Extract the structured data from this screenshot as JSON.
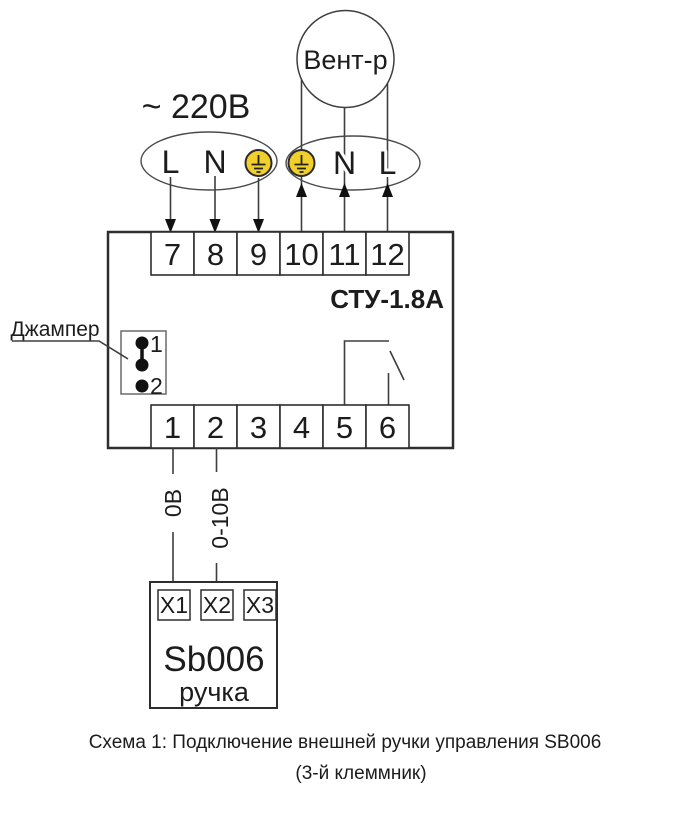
{
  "colors": {
    "wire_blue": "#29a0d8",
    "earth_yellow": "#f2d02c",
    "caption_blue": "#2e5b7e"
  },
  "fan": {
    "label": "Вент-р"
  },
  "power": {
    "voltage_label": "~ 220В",
    "left_terminals": {
      "l": "L",
      "n": "N",
      "earth_icon": "earth-ground-icon"
    },
    "right_terminals": {
      "earth_icon": "earth-ground-icon",
      "n": "N",
      "l": "L"
    }
  },
  "device": {
    "model": "СТУ-1.8А",
    "top_terminals": [
      "7",
      "8",
      "9",
      "10",
      "11",
      "12"
    ],
    "bottom_terminals": [
      "1",
      "2",
      "3",
      "4",
      "5",
      "6"
    ],
    "jumper": {
      "label": "Джампер",
      "pin1": "1",
      "pin2": "2"
    }
  },
  "wires": {
    "w1": "0В",
    "w2": "0-10В"
  },
  "knob": {
    "terminals": [
      "X1",
      "X2",
      "X3"
    ],
    "model": "Sb006",
    "label": "ручка"
  },
  "caption": {
    "line1": "Схема 1: Подключение внешней ручки управления SB006",
    "line2": "(3-й клеммник)"
  }
}
